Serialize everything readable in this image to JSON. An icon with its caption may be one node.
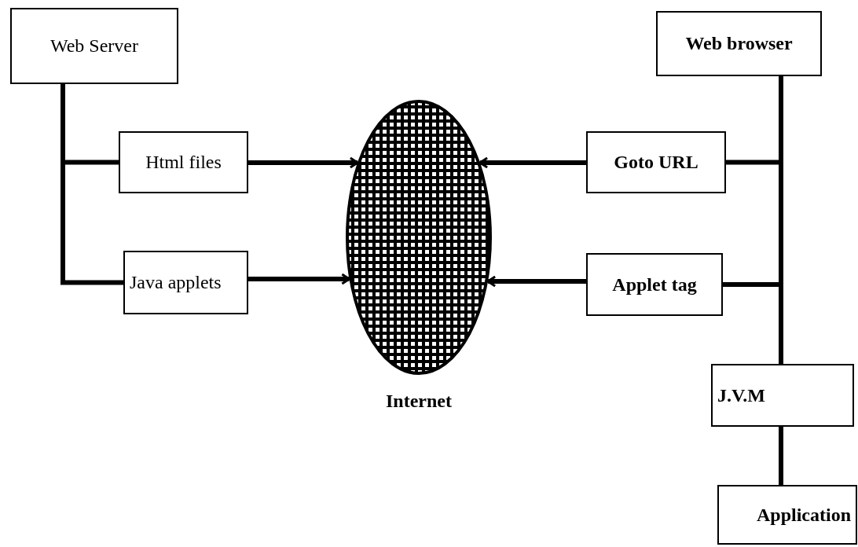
{
  "diagram": {
    "nodes": [
      {
        "text": [
          "Web Server"
        ]
      },
      {
        "text": [
          "Html files"
        ]
      },
      {
        "text": [
          "Java applets"
        ]
      },
      {
        "text": [
          "Internet"
        ]
      },
      {
        "text": [
          "Web browser"
        ]
      },
      {
        "text": [
          "Goto URL"
        ]
      },
      {
        "text": [
          "Applet tag"
        ]
      },
      {
        "text": [
          "J.V.M"
        ]
      },
      {
        "text": [
          "Application"
        ]
      }
    ],
    "edges": [
      {
        "from": 0,
        "to": 1,
        "arrow": "none"
      },
      {
        "from": 0,
        "to": 2,
        "arrow": "none"
      },
      {
        "from": 1,
        "to": 3,
        "arrow": "to"
      },
      {
        "from": 2,
        "to": 3,
        "arrow": "to"
      },
      {
        "from": 5,
        "to": 3,
        "arrow": "to"
      },
      {
        "from": 6,
        "to": 3,
        "arrow": "to"
      },
      {
        "from": 4,
        "to": 5,
        "arrow": "none"
      },
      {
        "from": 4,
        "to": 6,
        "arrow": "none"
      },
      {
        "from": 4,
        "to": 7,
        "arrow": "none"
      },
      {
        "from": 7,
        "to": 8,
        "arrow": "none"
      }
    ]
  }
}
